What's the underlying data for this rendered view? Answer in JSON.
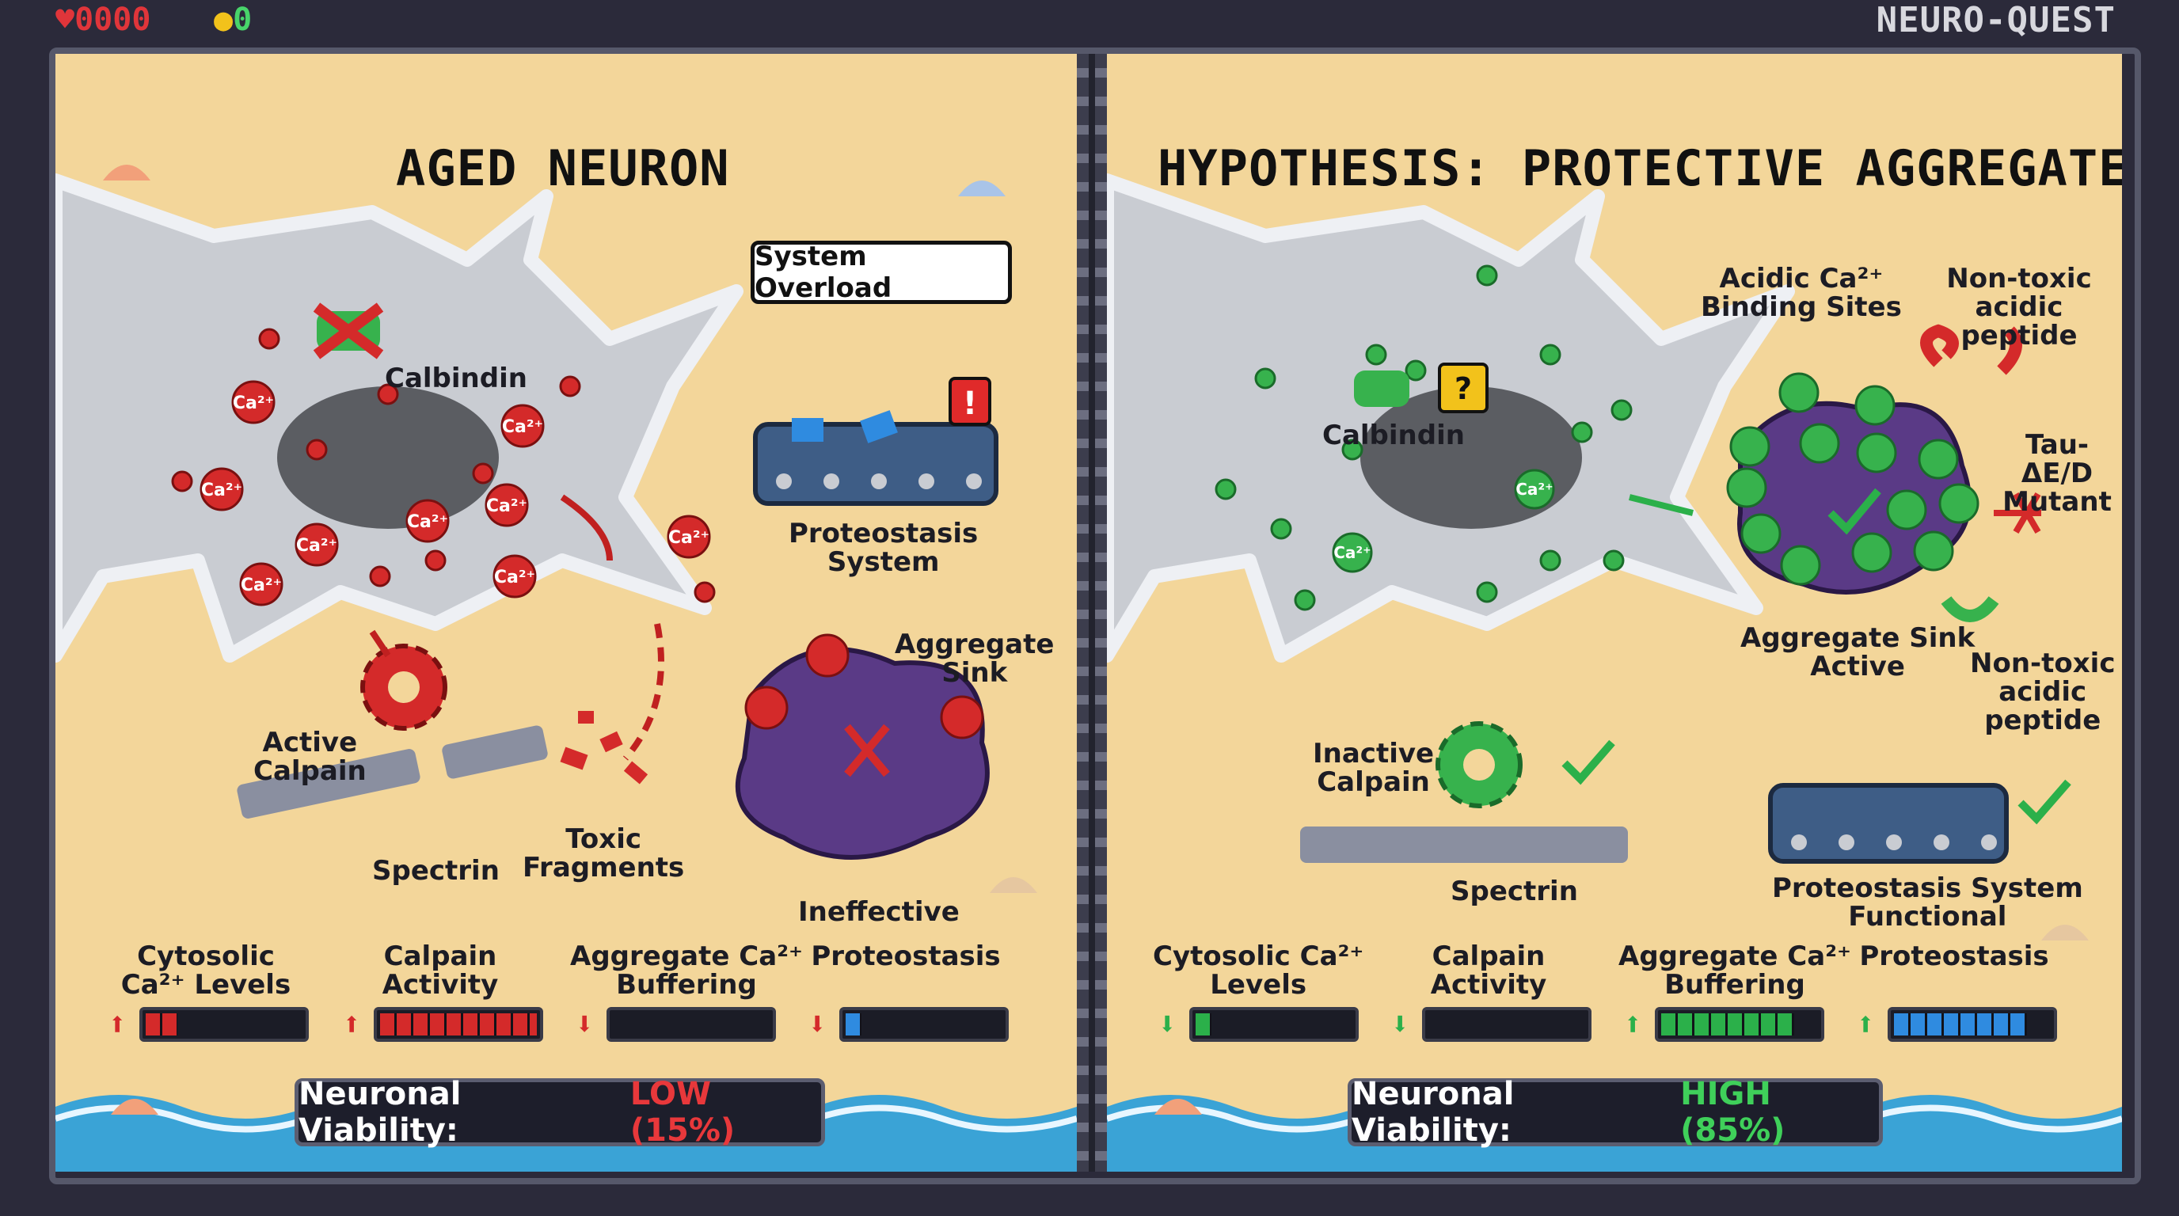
{
  "hud": {
    "hearts": "♥",
    "score": "0000",
    "coin_icon": "●",
    "coins": "0",
    "game_title": "NEURO-QUEST"
  },
  "left": {
    "title": "AGED NEURON",
    "labels": {
      "calbindin": "Calbindin",
      "system_overload": "System Overload",
      "proteostasis": "Proteostasis\nSystem",
      "aggregate_sink": "Aggregate\nSink",
      "active_calpain": "Active\nCalpain",
      "spectrin": "Spectrin",
      "toxic_fragments": "Toxic\nFragments",
      "ineffective": "Ineffective",
      "ca_ion": "Ca²⁺"
    },
    "meters": [
      {
        "label": "Cytosolic\nCa²⁺ Levels",
        "trend": "up",
        "fraction": 0.2,
        "color": "#d42a2a"
      },
      {
        "label": "Calpain\nActivity",
        "trend": "up",
        "fraction": 1.0,
        "color": "#d42a2a"
      },
      {
        "label": "Aggregate Ca²⁺\nBuffering",
        "trend": "down",
        "fraction": 0.0,
        "color": "#d42a2a"
      },
      {
        "label": "Proteostasis",
        "trend": "down",
        "fraction": 0.1,
        "color": "#2f8be0"
      }
    ],
    "viability": {
      "prefix": "Neuronal Viability:",
      "value": "LOW (15%)"
    }
  },
  "right": {
    "title": "HYPOTHESIS: PROTECTIVE AGGREGATES",
    "labels": {
      "calbindin": "Calbindin",
      "acidic_sites": "Acidic Ca²⁺\nBinding Sites",
      "nontoxic_top": "Non-toxic\nacidic peptide",
      "tau_mutant": "Tau-ΔE/D\nMutant",
      "aggregate_active": "Aggregate Sink\nActive",
      "nontoxic_bottom": "Non-toxic\nacidic\npeptide",
      "inactive_calpain": "Inactive\nCalpain",
      "spectrin": "Spectrin",
      "proteostasis_functional": "Proteostasis System\nFunctional",
      "ca_ion": "Ca²⁺"
    },
    "meters": [
      {
        "label": "Cytosolic Ca²⁺\nLevels",
        "trend": "down",
        "fraction": 0.1,
        "color": "#2bb04a"
      },
      {
        "label": "Calpain\nActivity",
        "trend": "down",
        "fraction": 0.0,
        "color": "#2bb04a"
      },
      {
        "label": "Aggregate Ca²⁺\nBuffering",
        "trend": "up",
        "fraction": 0.85,
        "color": "#2bb04a"
      },
      {
        "label": "Proteostasis",
        "trend": "up",
        "fraction": 0.85,
        "color": "#2f8be0"
      }
    ],
    "viability": {
      "prefix": "Neuronal Viability:",
      "value": "HIGH (85%)"
    }
  }
}
